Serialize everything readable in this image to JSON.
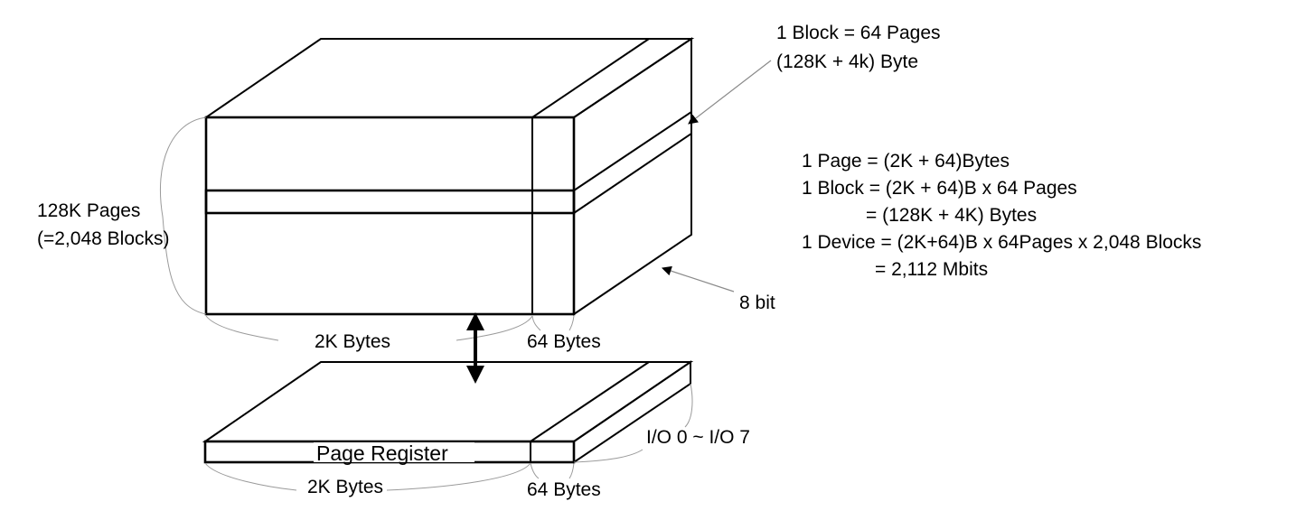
{
  "diagram": {
    "title": "NAND Flash Array Organization",
    "block_note": {
      "line1": "1 Block = 64 Pages",
      "line2": "(128K + 4k) Byte"
    },
    "formulas": [
      "1 Page = (2K + 64)Bytes",
      "1 Block = (2K + 64)B x 64 Pages",
      "= (128K + 4K) Bytes",
      "1 Device = (2K+64)B x 64Pages x 2,048 Blocks",
      "= 2,112 Mbits"
    ],
    "array": {
      "pages_label": "128K Pages",
      "blocks_label": "(=2,048 Blocks)",
      "main_width_label": "2K Bytes",
      "spare_width_label": "64 Bytes",
      "depth_label": "8 bit"
    },
    "register": {
      "name": "Page Register",
      "main_width_label": "2K Bytes",
      "spare_width_label": "64 Bytes",
      "io_label": "I/O 0 ~ I/O 7"
    }
  }
}
